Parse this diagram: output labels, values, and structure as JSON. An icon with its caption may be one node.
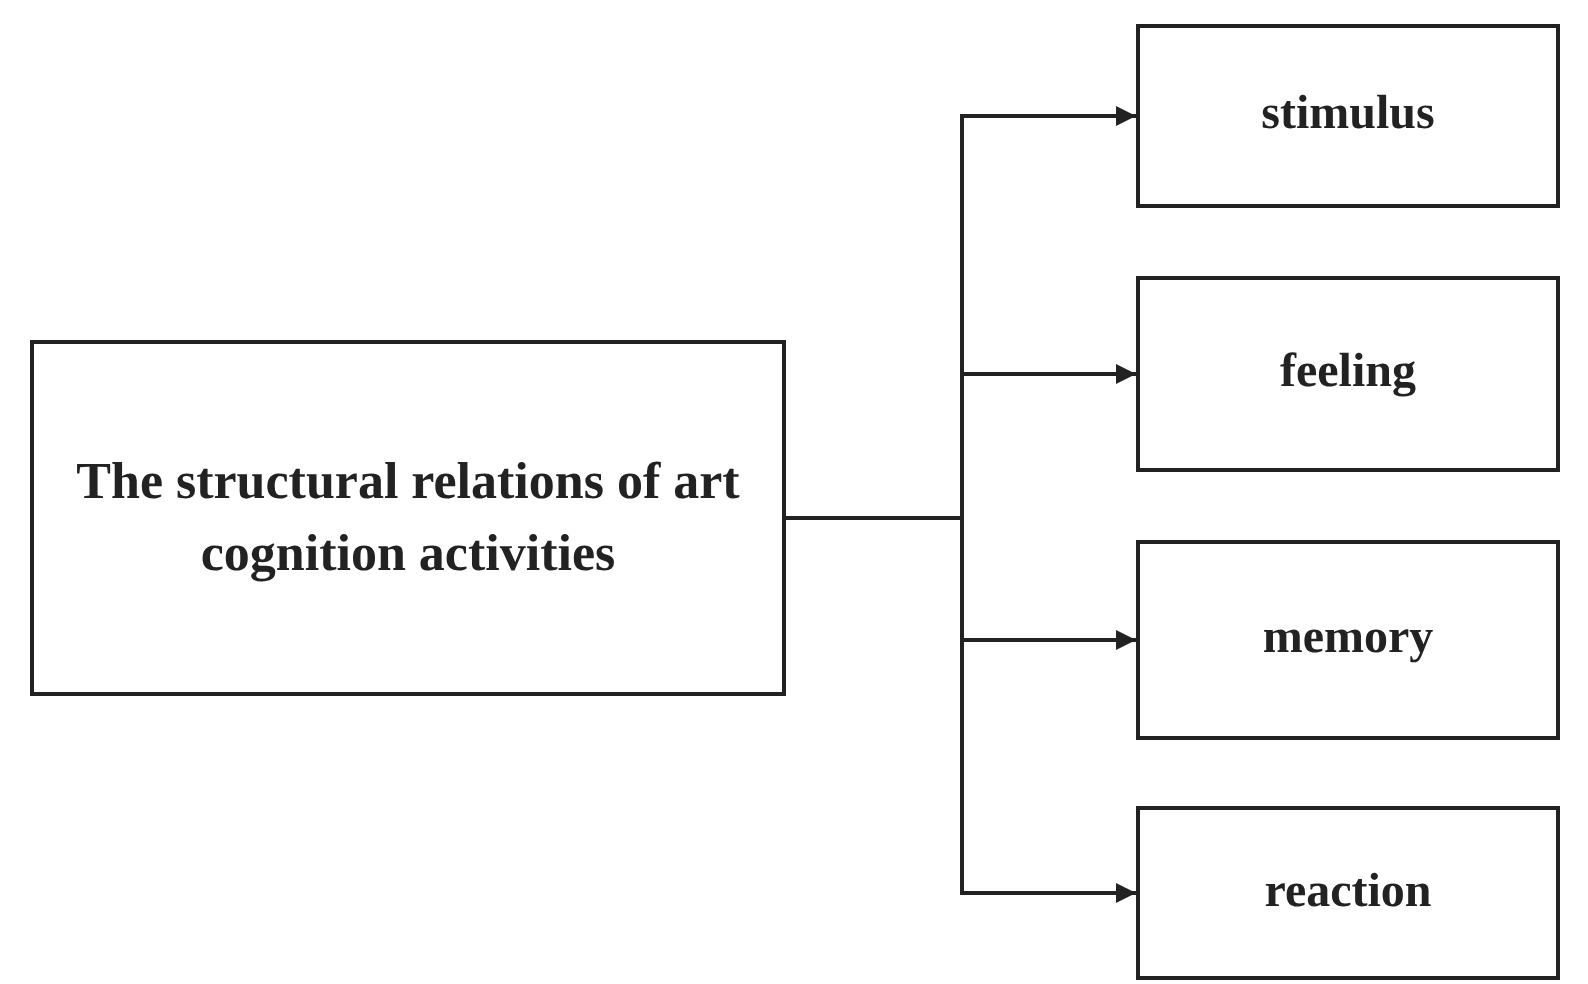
{
  "diagram": {
    "nodes": [
      {
        "text": [
          "The structural relations of art cognition activities"
        ]
      },
      {
        "text": [
          "stimulus"
        ]
      },
      {
        "text": [
          "feeling"
        ]
      },
      {
        "text": [
          "memory"
        ]
      },
      {
        "text": [
          "reaction"
        ]
      }
    ],
    "edges": [
      {
        "from": 0,
        "to": 1,
        "arrow": "to"
      },
      {
        "from": 0,
        "to": 2,
        "arrow": "to"
      },
      {
        "from": 0,
        "to": 3,
        "arrow": "to"
      },
      {
        "from": 0,
        "to": 4,
        "arrow": "to"
      }
    ]
  }
}
